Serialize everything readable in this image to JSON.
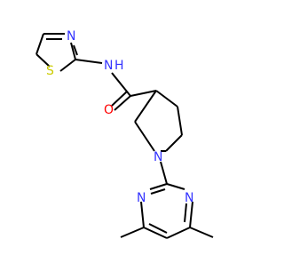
{
  "molecule": {
    "atom_labels": {
      "n_thiazole": "N",
      "s_thiazole": "S",
      "nh_amide": "N",
      "h_amide": "H",
      "o_carbonyl": "O",
      "n_piperidine": "N",
      "n_pyrimidine_left": "N",
      "n_pyrimidine_right": "N"
    },
    "colors": {
      "bond": "#000000",
      "nitrogen": "#3333ff",
      "oxygen": "#ff0000",
      "sulfur": "#cccc00"
    }
  }
}
